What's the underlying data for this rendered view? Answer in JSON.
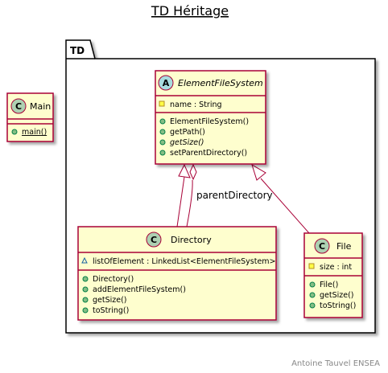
{
  "title": "TD Héritage",
  "footer": "Antoine Tauvel ENSEA",
  "package": {
    "name": "TD"
  },
  "colors": {
    "class_fill": "#FEFECE",
    "class_stroke": "#A80036",
    "class_badge": "#ADD1B2",
    "abstract_badge": "#A9DCDF",
    "visibility_public": "#84BE84",
    "visibility_protected": "#FFFF44",
    "visibility_package": "#4177AF",
    "footer_text": "#888888"
  },
  "classes": {
    "main": {
      "badge": "C",
      "name": "Main",
      "methods": [
        "main()"
      ]
    },
    "element_file_system": {
      "badge": "A",
      "name": "ElementFileSystem",
      "attributes": [
        "name : String"
      ],
      "methods": [
        "ElementFileSystem()",
        "getPath()",
        "getSize()",
        "setParentDirectory()"
      ]
    },
    "directory": {
      "badge": "C",
      "name": "Directory",
      "attributes": [
        "listOfElement : LinkedList<ElementFileSystem>"
      ],
      "methods": [
        "Directory()",
        "addElementFileSystem()",
        "getSize()",
        "toString()"
      ]
    },
    "file": {
      "badge": "C",
      "name": "File",
      "attributes": [
        "size : int"
      ],
      "methods": [
        "File()",
        "getSize()",
        "toString()"
      ]
    }
  },
  "relations": {
    "aggregation_label": "parentDirectory"
  }
}
